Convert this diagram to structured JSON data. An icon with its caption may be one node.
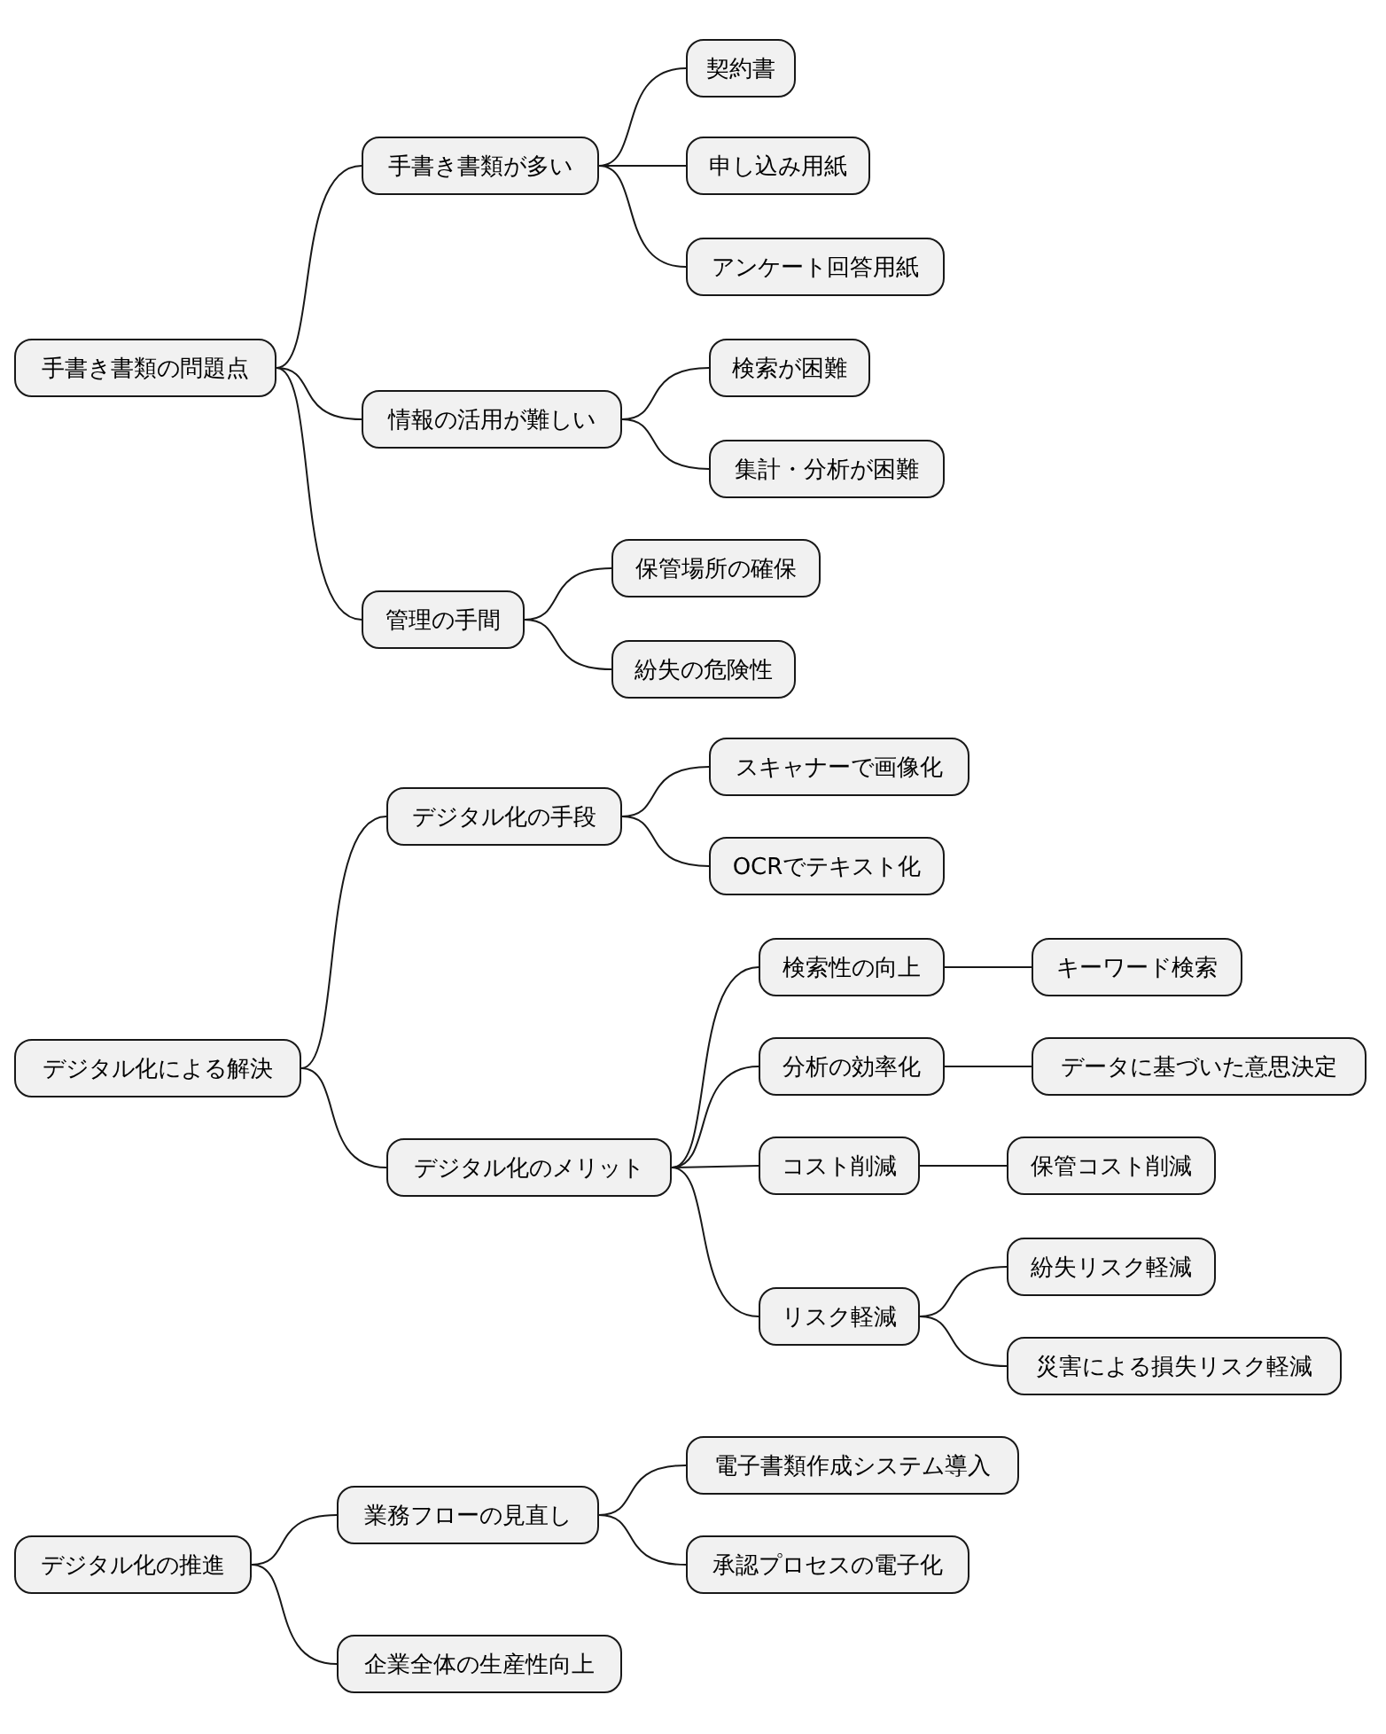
{
  "diagram": {
    "nodes": [
      {
        "text": [
          "手書き書類の問題点"
        ]
      },
      {
        "text": [
          "手書き書類が多い"
        ]
      },
      {
        "text": [
          "契約書"
        ]
      },
      {
        "text": [
          "申し込み用紙"
        ]
      },
      {
        "text": [
          "アンケート回答用紙"
        ]
      },
      {
        "text": [
          "情報の活用が難しい"
        ]
      },
      {
        "text": [
          "検索が困難"
        ]
      },
      {
        "text": [
          "集計・分析が困難"
        ]
      },
      {
        "text": [
          "管理の手間"
        ]
      },
      {
        "text": [
          "保管場所の確保"
        ]
      },
      {
        "text": [
          "紛失の危険性"
        ]
      },
      {
        "text": [
          "デジタル化による解決"
        ]
      },
      {
        "text": [
          "デジタル化の手段"
        ]
      },
      {
        "text": [
          "スキャナーで画像化"
        ]
      },
      {
        "text": [
          "OCRでテキスト化"
        ]
      },
      {
        "text": [
          "デジタル化のメリット"
        ]
      },
      {
        "text": [
          "検索性の向上"
        ]
      },
      {
        "text": [
          "キーワード検索"
        ]
      },
      {
        "text": [
          "分析の効率化"
        ]
      },
      {
        "text": [
          "データに基づいた意思決定"
        ]
      },
      {
        "text": [
          "コスト削減"
        ]
      },
      {
        "text": [
          "保管コスト削減"
        ]
      },
      {
        "text": [
          "リスク軽減"
        ]
      },
      {
        "text": [
          "紛失リスク軽減"
        ]
      },
      {
        "text": [
          "災害による損失リスク軽減"
        ]
      },
      {
        "text": [
          "デジタル化の推進"
        ]
      },
      {
        "text": [
          "業務フローの見直し"
        ]
      },
      {
        "text": [
          "電子書類作成システム導入"
        ]
      },
      {
        "text": [
          "承認プロセスの電子化"
        ]
      },
      {
        "text": [
          "企業全体の生産性向上"
        ]
      }
    ],
    "edges": [
      {
        "from": 0,
        "to": 1,
        "arrow": "none"
      },
      {
        "from": 1,
        "to": 2,
        "arrow": "none"
      },
      {
        "from": 1,
        "to": 3,
        "arrow": "none"
      },
      {
        "from": 1,
        "to": 4,
        "arrow": "none"
      },
      {
        "from": 0,
        "to": 5,
        "arrow": "none"
      },
      {
        "from": 5,
        "to": 6,
        "arrow": "none"
      },
      {
        "from": 5,
        "to": 7,
        "arrow": "none"
      },
      {
        "from": 0,
        "to": 8,
        "arrow": "none"
      },
      {
        "from": 8,
        "to": 9,
        "arrow": "none"
      },
      {
        "from": 8,
        "to": 10,
        "arrow": "none"
      },
      {
        "from": 11,
        "to": 12,
        "arrow": "none"
      },
      {
        "from": 12,
        "to": 13,
        "arrow": "none"
      },
      {
        "from": 12,
        "to": 14,
        "arrow": "none"
      },
      {
        "from": 11,
        "to": 15,
        "arrow": "none"
      },
      {
        "from": 15,
        "to": 16,
        "arrow": "none"
      },
      {
        "from": 16,
        "to": 17,
        "arrow": "none"
      },
      {
        "from": 15,
        "to": 18,
        "arrow": "none"
      },
      {
        "from": 18,
        "to": 19,
        "arrow": "none"
      },
      {
        "from": 15,
        "to": 20,
        "arrow": "none"
      },
      {
        "from": 20,
        "to": 21,
        "arrow": "none"
      },
      {
        "from": 15,
        "to": 22,
        "arrow": "none"
      },
      {
        "from": 22,
        "to": 23,
        "arrow": "none"
      },
      {
        "from": 22,
        "to": 24,
        "arrow": "none"
      },
      {
        "from": 25,
        "to": 26,
        "arrow": "none"
      },
      {
        "from": 26,
        "to": 27,
        "arrow": "none"
      },
      {
        "from": 26,
        "to": 28,
        "arrow": "none"
      },
      {
        "from": 25,
        "to": 29,
        "arrow": "none"
      }
    ]
  }
}
